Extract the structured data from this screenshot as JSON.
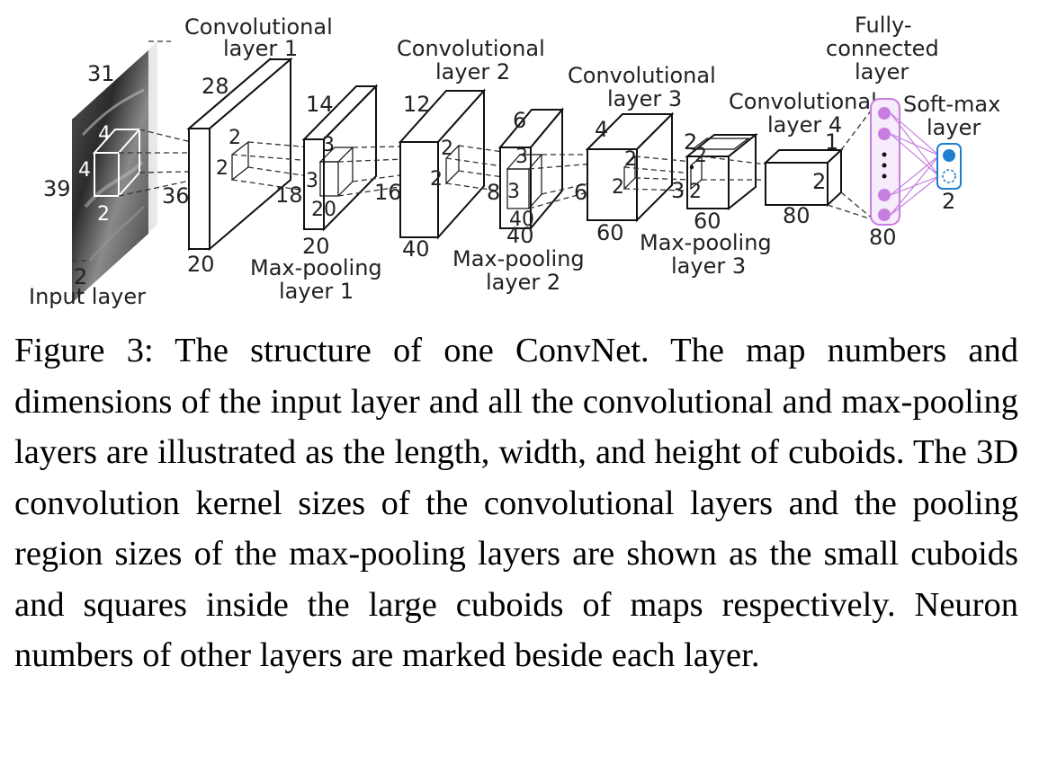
{
  "diagram": {
    "labels": {
      "conv1_line1": "Convolutional",
      "conv1_line2": "layer 1",
      "conv2_line1": "Convolutional",
      "conv2_line2": "layer 2",
      "conv3_line1": "Convolutional",
      "conv3_line2": "layer 3",
      "conv4_line1": "Convolutional",
      "conv4_line2": "layer 4",
      "fc_line1": "Fully-",
      "fc_line2": "connected",
      "fc_line3": "layer",
      "softmax_line1": "Soft-max",
      "softmax_line2": "layer",
      "input": "Input layer",
      "pool1_line1": "Max-pooling",
      "pool1_line2": "layer 1",
      "pool2_line1": "Max-pooling",
      "pool2_line2": "layer 2",
      "pool3_line1": "Max-pooling",
      "pool3_line2": "layer 3"
    },
    "dims": {
      "input_w": "31",
      "input_h": "39",
      "input_maps": "2",
      "input_kernel_a": "4",
      "input_kernel_b": "4",
      "input_kernel_c": "2",
      "conv1_w": "28",
      "conv1_h": "36",
      "conv1_maps": "20",
      "conv1_pool_a": "2",
      "conv1_pool_b": "2",
      "pool1_w": "14",
      "pool1_h": "18",
      "pool1_maps": "20",
      "pool1_kernel_a": "3",
      "pool1_kernel_b": "3",
      "pool1_kernel_c": "20",
      "conv2_w": "12",
      "conv2_h": "16",
      "conv2_maps": "40",
      "conv2_pool_a": "2",
      "conv2_pool_b": "2",
      "pool2_w": "6",
      "pool2_h": "8",
      "pool2_maps": "40",
      "pool2_kernel_a": "3",
      "pool2_kernel_b": "3",
      "pool2_kernel_c": "40",
      "conv3_w": "4",
      "conv3_h": "6",
      "conv3_maps": "60",
      "conv3_pool_a": "2",
      "conv3_pool_b": "2",
      "pool3_w": "2",
      "pool3_h": "3",
      "pool3_maps": "60",
      "pool3_kernel_a": "2",
      "pool3_kernel_b": "2",
      "conv4_w": "1",
      "conv4_h": "2",
      "conv4_maps": "80",
      "fc_neurons": "80",
      "softmax_neurons": "2"
    },
    "colors": {
      "fc_node": "#c77ee0",
      "softmax_node": "#1e7fd0"
    }
  },
  "caption": "Figure 3: The structure of one ConvNet. The map numbers and dimensions of the input layer and all the convolutional and max-pooling layers are illustrated as the length, width, and height of cuboids. The 3D convolution kernel sizes of the convolutional layers and the pooling region sizes of the max-pooling layers are shown as the small cuboids and squares inside the large cuboids of maps respectively. Neuron numbers of other layers are marked beside each layer."
}
